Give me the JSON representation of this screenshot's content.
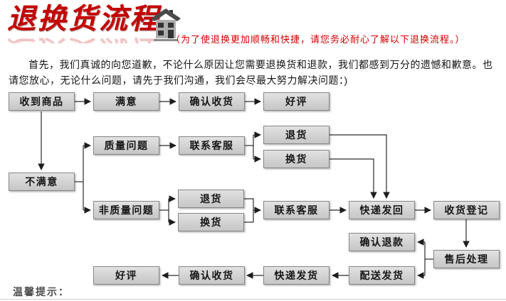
{
  "header": {
    "title": "退换货流程",
    "subtitle": "（为了使退换更加顺畅和快捷，请您务必耐心了解以下退换流程。）",
    "icon": "house-icon",
    "title_color": "#c40000"
  },
  "intro": {
    "text": "首先，我们真诚的向您道歉，不论什么原因让您需要退换货和退款，我们都感到万分的遗憾和歉意。也请您放心，无论什么问题，请先于我们沟通，我们会尽最大努力解决问题：)"
  },
  "flow": {
    "nodes": [
      {
        "id": "shoudao",
        "label": "收到商品"
      },
      {
        "id": "manyi",
        "label": "满意"
      },
      {
        "id": "querenshouhuo1",
        "label": "确认收货"
      },
      {
        "id": "haoping1",
        "label": "好评"
      },
      {
        "id": "zhiliang",
        "label": "质量问题"
      },
      {
        "id": "lianxikefu1",
        "label": "联系客服"
      },
      {
        "id": "tuihuo1",
        "label": "退货"
      },
      {
        "id": "huanhuo1",
        "label": "换货"
      },
      {
        "id": "bumanyi",
        "label": "不满意"
      },
      {
        "id": "feizhiliang",
        "label": "非质量问题"
      },
      {
        "id": "tuihuo2",
        "label": "退货"
      },
      {
        "id": "huanhuo2",
        "label": "换货"
      },
      {
        "id": "lianxikefu2",
        "label": "联系客服"
      },
      {
        "id": "kuaidifahui",
        "label": "快递发回"
      },
      {
        "id": "shouhuodengji",
        "label": "收货登记"
      },
      {
        "id": "querentuikuan",
        "label": "确认退款"
      },
      {
        "id": "shouhouchuli",
        "label": "售后处理"
      },
      {
        "id": "peisongfahuo",
        "label": "配送发货"
      },
      {
        "id": "kuaidifahuo",
        "label": "快递发货"
      },
      {
        "id": "querenshouhuo2",
        "label": "确认收货"
      },
      {
        "id": "haoping2",
        "label": "好评"
      }
    ]
  },
  "footer": {
    "tip": "温馨提示："
  },
  "colors": {
    "accent_red": "#c40000",
    "box_fill_top": "#e2e2e2",
    "box_fill_bottom": "#c6c6c6",
    "box_border": "#868686",
    "connector": "#222222"
  }
}
